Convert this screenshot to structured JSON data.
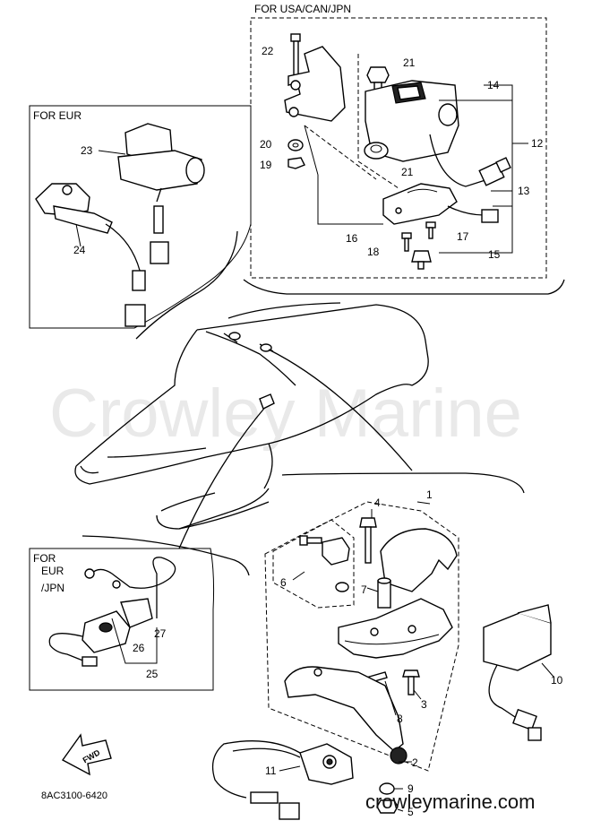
{
  "regions": {
    "usa": "FOR USA/CAN/JPN",
    "eur": "FOR EUR",
    "eur_jpn_line1": "FOR",
    "eur_jpn_line2": "EUR",
    "eur_jpn_line3": "/JPN"
  },
  "callouts": {
    "c1": "1",
    "c2": "2",
    "c3": "3",
    "c4": "4",
    "c5": "5",
    "c6": "6",
    "c7": "7",
    "c8": "8",
    "c9": "9",
    "c10": "10",
    "c11": "11",
    "c12": "12",
    "c13": "13",
    "c14": "14",
    "c15": "15",
    "c16": "16",
    "c17": "17",
    "c18": "18",
    "c19": "19",
    "c20": "20",
    "c21a": "21",
    "c21b": "21",
    "c22": "22",
    "c23": "23",
    "c24": "24",
    "c25": "25",
    "c26": "26",
    "c27": "27"
  },
  "fwd_label": "FWD",
  "part_code": "8AC3100-6420",
  "watermark": "Crowley Marine",
  "site": "crowleymarine.com"
}
